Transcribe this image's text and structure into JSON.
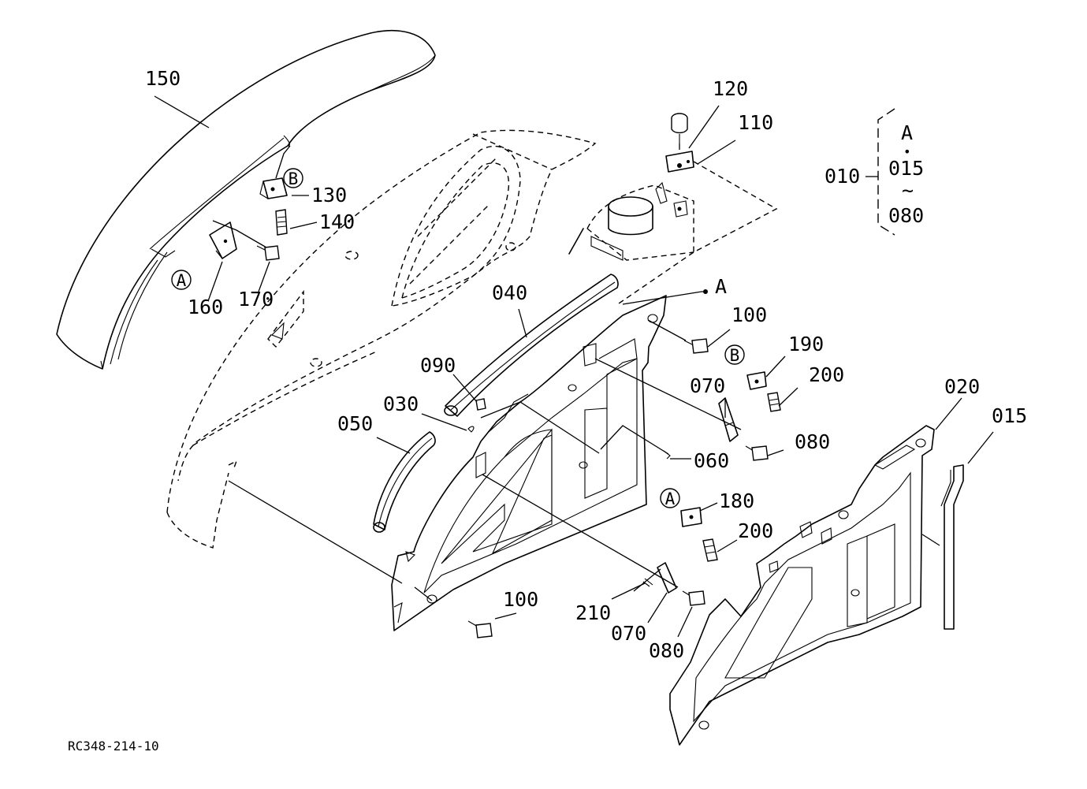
{
  "drawing_code": "RC348-214-10",
  "parts": {
    "p150": "150",
    "p130": "130",
    "p140": "140",
    "p160": "160",
    "p170": "170",
    "p120": "120",
    "p110": "110",
    "p040": "040",
    "p090": "090",
    "p030": "030",
    "p050": "050",
    "p060": "060",
    "p100a": "100",
    "p100b": "100",
    "p190": "190",
    "p200a": "200",
    "p200b": "200",
    "p070a": "070",
    "p070b": "070",
    "p080a": "080",
    "p080b": "080",
    "p180": "180",
    "p210": "210",
    "p020": "020",
    "p015": "015",
    "p010": "010"
  },
  "markers": {
    "a_top": "A",
    "b_top": "B",
    "a_left": "A",
    "b_right": "B",
    "a_bottom": "A",
    "a_point": "A"
  },
  "set_bracket": {
    "marker": "A",
    "dot": "•",
    "from": "015",
    "tilde": "~",
    "to": "080"
  }
}
